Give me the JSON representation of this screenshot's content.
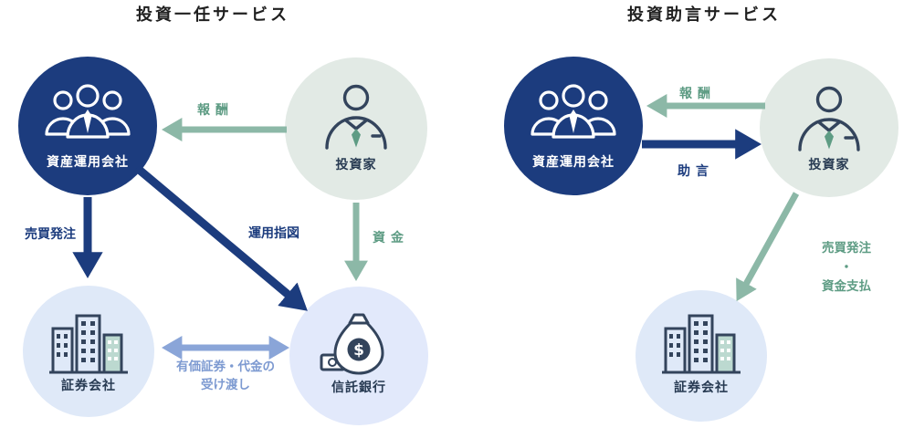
{
  "left": {
    "title": "投資一任サービス",
    "nodes": {
      "asset_manager": "資産運用会社",
      "investor": "投資家",
      "securities_firm": "証券会社",
      "trust_bank": "信託銀行"
    },
    "labels": {
      "compensation": "報酬",
      "trade_orders": "売買発注",
      "management_instructions": "運用指図",
      "funds": "資金",
      "securities_delivery_line1": "有価証券・代金の",
      "securities_delivery_line2": "受け渡し"
    }
  },
  "right": {
    "title": "投資助言サービス",
    "nodes": {
      "asset_manager": "資産運用会社",
      "investor": "投資家",
      "securities_firm": "証券会社"
    },
    "labels": {
      "compensation": "報酬",
      "advice": "助言",
      "order_payment_line1": "売買発注",
      "order_payment_line2": "・",
      "order_payment_line3": "資金支払"
    }
  },
  "icons": {
    "money_bag_symbol": "$"
  },
  "colors": {
    "navy": "#1c3c7e",
    "green_arrow": "#8cb8a7",
    "green_text": "#5e9c84",
    "blue_arrow": "#8aa5d8",
    "blue_text": "#7d9ad1",
    "circle_navy": "#1c3c7e",
    "circle_green": "#e2eae5",
    "circle_blue": "#dfe9f8",
    "icon_stroke": "#33445c",
    "title_text": "#1f1f1f"
  }
}
